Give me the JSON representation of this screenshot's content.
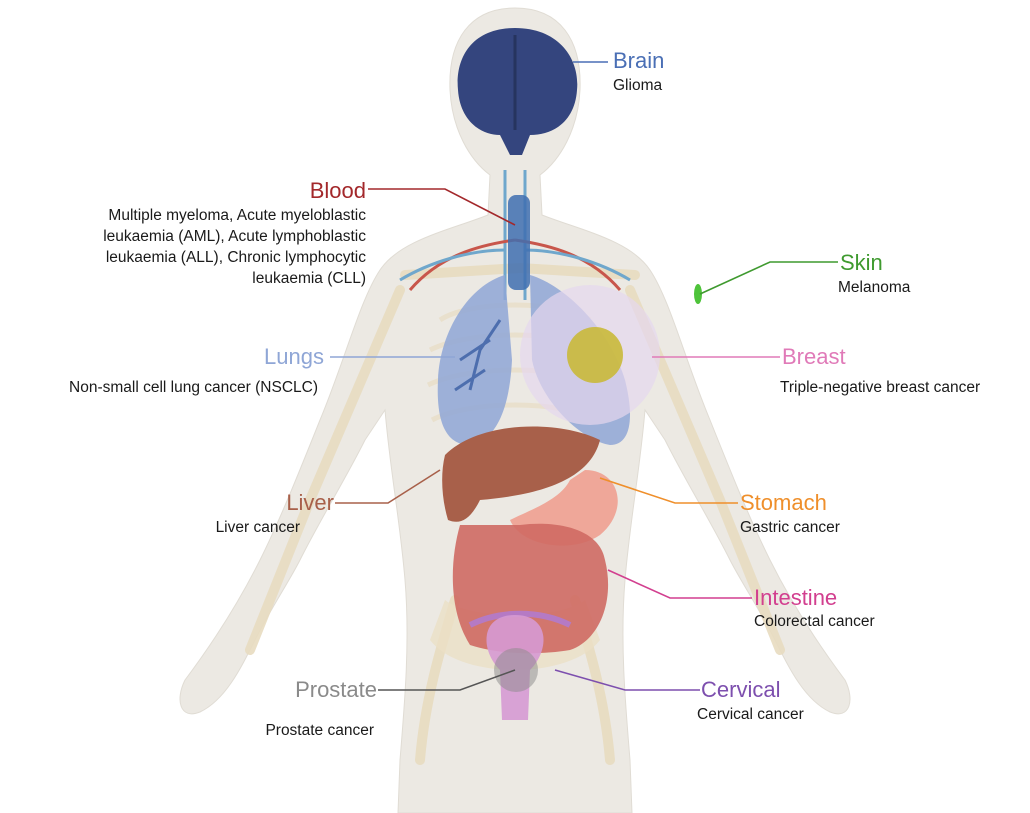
{
  "colors": {
    "brain": "#4a6fb5",
    "blood": "#a3282b",
    "skin": "#3f9a2f",
    "lungs": "#8fa6d6",
    "breast": "#e07ab8",
    "liver": "#a8604a",
    "stomach": "#ef8f2b",
    "intestine": "#d23f8f",
    "prostate": "#8a8a8a",
    "cervical": "#7d4fae"
  },
  "labels": [
    {
      "key": "brain",
      "organ": "Brain",
      "cancer": "Glioma"
    },
    {
      "key": "blood",
      "organ": "Blood",
      "cancer": "Multiple myeloma, Acute myeloblastic\nleukaemia (AML), Acute lymphoblastic\nleukaemia (ALL), Chronic lymphocytic\nleukaemia (CLL)"
    },
    {
      "key": "skin",
      "organ": "Skin",
      "cancer": "Melanoma"
    },
    {
      "key": "lungs",
      "organ": "Lungs",
      "cancer": "Non-small cell lung cancer (NSCLC)"
    },
    {
      "key": "breast",
      "organ": "Breast",
      "cancer": "Triple-negative breast cancer"
    },
    {
      "key": "liver",
      "organ": "Liver",
      "cancer": "Liver cancer"
    },
    {
      "key": "stomach",
      "organ": "Stomach",
      "cancer": "Gastric cancer"
    },
    {
      "key": "intestine",
      "organ": "Intestine",
      "cancer": "Colorectal cancer"
    },
    {
      "key": "prostate",
      "organ": "Prostate",
      "cancer": "Prostate cancer"
    },
    {
      "key": "cervical",
      "organ": "Cervical",
      "cancer": "Cervical cancer"
    }
  ]
}
